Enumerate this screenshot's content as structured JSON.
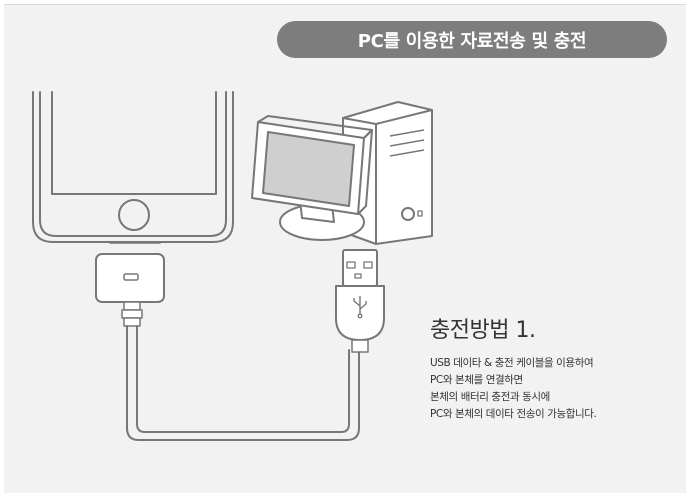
{
  "title": "PC를 이용한 자료전송 및 충전",
  "heading": "충전방법 1.",
  "description_lines": [
    "USB 데이타 & 충전 케이블을 이용하여",
    "PC와 본체를 연결하면",
    "본체의 배터리 충전과 동시에",
    "PC와 본체의 데이타 전송이 가능합니다."
  ],
  "colors": {
    "title_bg": "#7d7d7d",
    "panel_bg": "#f2f2f2",
    "line": "#777777"
  }
}
